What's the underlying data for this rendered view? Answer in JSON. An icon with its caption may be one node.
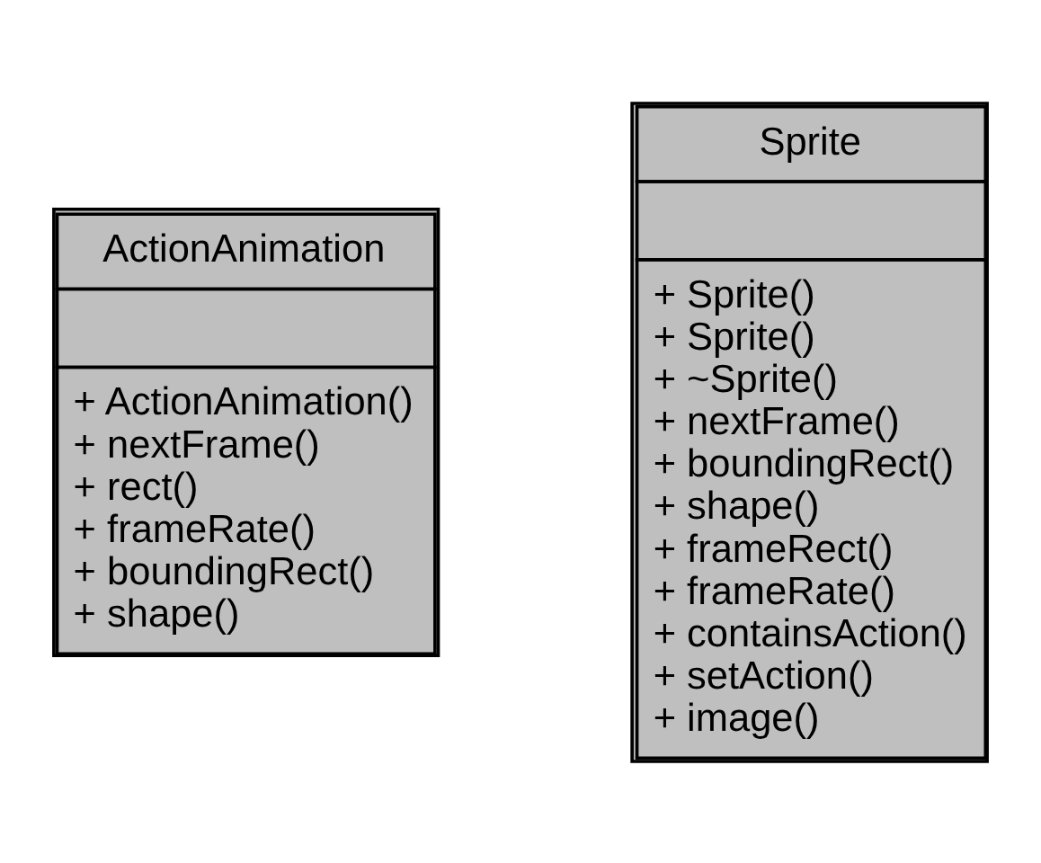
{
  "diagram": {
    "nodes": [
      {
        "text": [
          "ActionAnimation",
          "+ ActionAnimation()",
          "+ nextFrame()",
          "+ rect()",
          "+ frameRate()",
          "+ boundingRect()",
          "+ shape()"
        ]
      },
      {
        "text": [
          "Sprite",
          "+ Sprite()",
          "+ Sprite()",
          "+ ~Sprite()",
          "+ nextFrame()",
          "+ boundingRect()",
          "+ shape()",
          "+ frameRect()",
          "+ frameRate()",
          "+ containsAction()",
          "+ setAction()",
          "+ image()"
        ]
      }
    ]
  }
}
